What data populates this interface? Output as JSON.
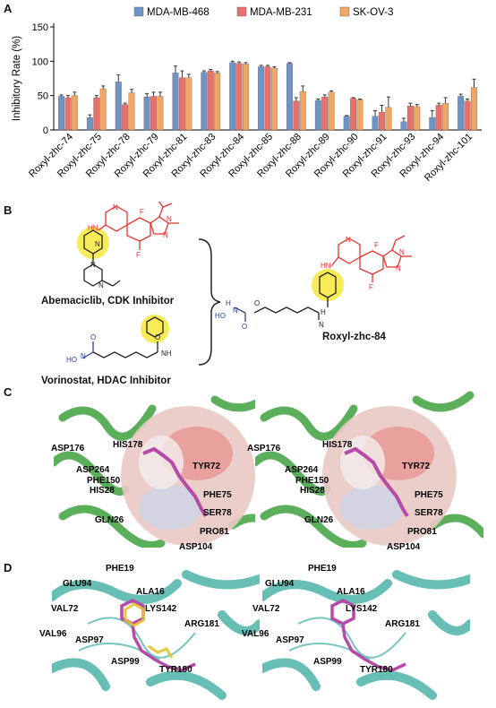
{
  "panels": {
    "a": "A",
    "b": "B",
    "c": "C",
    "d": "D"
  },
  "colors": {
    "mda468": "#6f93c4",
    "mda231": "#e8716d",
    "skov3": "#f0a766",
    "error": "#333333",
    "red_struct": "#e8322d",
    "blue_struct": "#2e3f96",
    "highlight": "#f6e83a",
    "ribbon_green": "#4aa74a",
    "ribbon_teal": "#56b7ad",
    "ligand": "#b54aa8"
  },
  "chart_data": {
    "type": "bar",
    "title": "",
    "xlabel": "",
    "ylabel": "Inhibitory Rate (%)",
    "ylim": [
      0,
      150
    ],
    "yticks": [
      0,
      50,
      100,
      150
    ],
    "legend_position": "top",
    "categories": [
      "Roxyl-zhc-74",
      "Roxyl-zhc-75",
      "Roxyl-zhc-78",
      "Roxyl-zhc-79",
      "Roxyl-zhc-81",
      "Roxyl-zhc-83",
      "Roxyl-zhc-84",
      "Roxyl-zhc-85",
      "Roxyl-zhc-88",
      "Roxyl-zhc-89",
      "Roxyl-zhc-90",
      "Roxyl-zhc-91",
      "Roxyl-zhc-93",
      "Roxyl-zhc-94",
      "Roxyl-zhc-101"
    ],
    "series": [
      {
        "name": "MDA-MB-468",
        "values": [
          49,
          18,
          70,
          48,
          83,
          84,
          98,
          92,
          97,
          43,
          20,
          20,
          12,
          18,
          49
        ],
        "errors": [
          2,
          4,
          10,
          5,
          10,
          2,
          2,
          2,
          1,
          2,
          1,
          8,
          5,
          10,
          3
        ]
      },
      {
        "name": "MDA-MB-231",
        "values": [
          47,
          47,
          37,
          49,
          76,
          86,
          97,
          92,
          42,
          48,
          46,
          26,
          35,
          36,
          42
        ],
        "errors": [
          3,
          3,
          2,
          6,
          10,
          2,
          2,
          2,
          5,
          3,
          1,
          10,
          4,
          3,
          3
        ]
      },
      {
        "name": "SK-OV-3",
        "values": [
          50,
          60,
          54,
          49,
          76,
          83,
          96,
          90,
          56,
          55,
          44,
          33,
          34,
          39,
          62
        ],
        "errors": [
          5,
          4,
          5,
          6,
          5,
          2,
          2,
          2,
          8,
          2,
          1,
          15,
          3,
          8,
          12
        ]
      }
    ]
  },
  "panel_b": {
    "abemaciclib_caption": "Abemaciclib, CDK Inhibitor",
    "vorinostat_caption": "Vorinostat, HDAC Inhibitor",
    "product_caption": "Roxyl-zhc-84",
    "atoms": {
      "F": "F",
      "N": "N",
      "NH": "NH",
      "HN": "HN",
      "HO": "HO",
      "H": "H",
      "O": "O"
    }
  },
  "panel_c": {
    "residues": [
      "ASP176",
      "HIS178",
      "ASP264",
      "TYR72",
      "PHE150",
      "HIS28",
      "PHE75",
      "SER78",
      "GLN26",
      "PRO81",
      "ASP104"
    ]
  },
  "panel_d": {
    "residues": [
      "PHE19",
      "GLU94",
      "ALA16",
      "VAL72",
      "LYS142",
      "ARG181",
      "VAL96",
      "ASP97",
      "ASP99",
      "TYR180"
    ]
  }
}
